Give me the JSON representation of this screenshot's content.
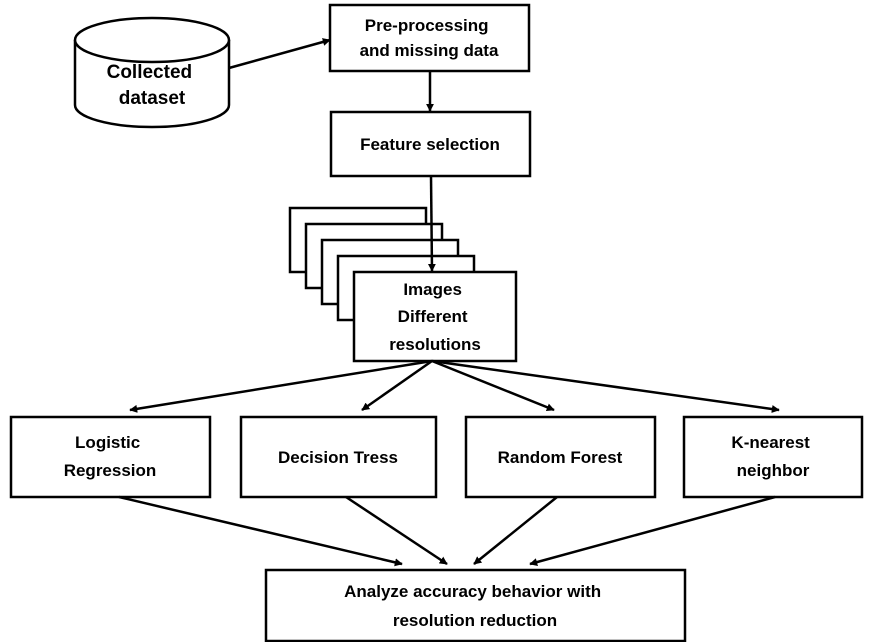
{
  "nodes": {
    "collected_dataset": {
      "lines": [
        "Collected",
        "dataset"
      ]
    },
    "preprocessing": {
      "lines": [
        "Pre-processing",
        "and missing data"
      ]
    },
    "feature_selection": {
      "lines": [
        "Feature selection"
      ]
    },
    "images": {
      "lines": [
        "Images",
        "Different",
        "resolutions"
      ]
    },
    "logistic_regression": {
      "lines": [
        "Logistic",
        "Regression"
      ]
    },
    "decision_tress": {
      "lines": [
        "Decision Tress"
      ]
    },
    "random_forest": {
      "lines": [
        "Random Forest"
      ]
    },
    "knn": {
      "lines": [
        "K-nearest",
        "neighbor"
      ]
    },
    "analyze": {
      "lines": [
        "Analyze accuracy  behavior with",
        "resolution reduction"
      ]
    }
  },
  "style": {
    "stroke_color": "#000000",
    "fill_color": "#ffffff"
  }
}
